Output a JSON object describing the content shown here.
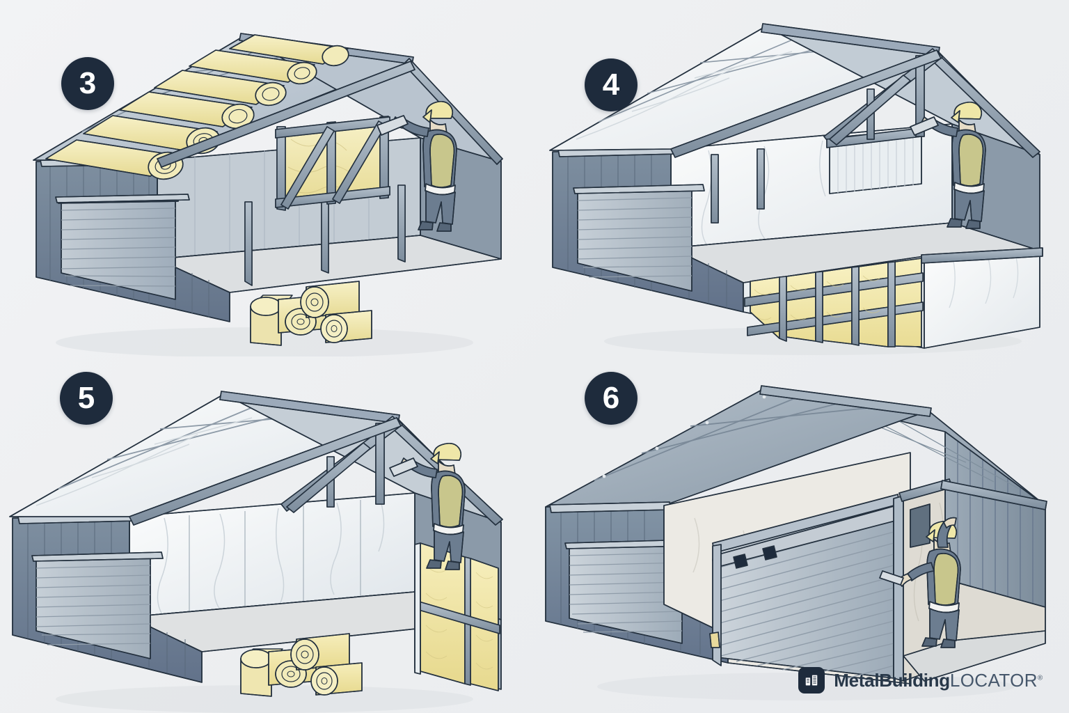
{
  "background_color": "#eef0f2",
  "palette": {
    "badge_navy": "#1e2b3c",
    "steel_frame": "#8d9dae",
    "steel_frame_dark": "#5f7083",
    "wall_panel": "#6f7f91",
    "wall_panel_light": "#aebbc7",
    "roof_metal": "#9dabb8",
    "insulation_yellow": "#f3ecbc",
    "insulation_yellow_dark": "#e2d68f",
    "vapor_barrier": "#f4f6f7",
    "outline": "#24313f",
    "hardhat_yellow": "#f0e9ae",
    "vest_olive": "#c9c78b",
    "worker_clothes": "#6b7b8d",
    "floor": "#d9dcdd"
  },
  "panels": [
    {
      "id": "panel-3",
      "number": "3",
      "subject": "roof-insulation-rolls",
      "elements": {
        "roof_rolls_count": 6,
        "floor_rolls_count": 5,
        "worker": "installing-roof-purlin-insulation",
        "building_state": "open-frame-with-roof-insulation-rolls"
      }
    },
    {
      "id": "panel-4",
      "number": "4",
      "subject": "vapor-barrier-over-roof-wall-batts",
      "elements": {
        "wall_batt_columns": 5,
        "worker": "stapling-vapor-barrier-to-wall",
        "building_state": "roof-vapor-barrier-installed-wall-insulation-exposed"
      }
    },
    {
      "id": "panel-5",
      "number": "5",
      "subject": "interior-vapor-barrier-walls",
      "elements": {
        "floor_rolls_count": 5,
        "worker": "fastening-vapor-barrier-near-gable",
        "building_state": "interior-lined-with-vapor-barrier"
      }
    },
    {
      "id": "panel-6",
      "number": "6",
      "subject": "finished-metal-cladding-and-door",
      "elements": {
        "roof_panels": 5,
        "worker": "final-inspection-at-doorway",
        "building_state": "completed-metal-building-with-rollup-door"
      }
    }
  ],
  "logo": {
    "mark_icon": "building-icon",
    "text_part_1": "Metal",
    "text_part_2": "Building",
    "text_part_3": "LOCATOR",
    "trademark": "®"
  }
}
